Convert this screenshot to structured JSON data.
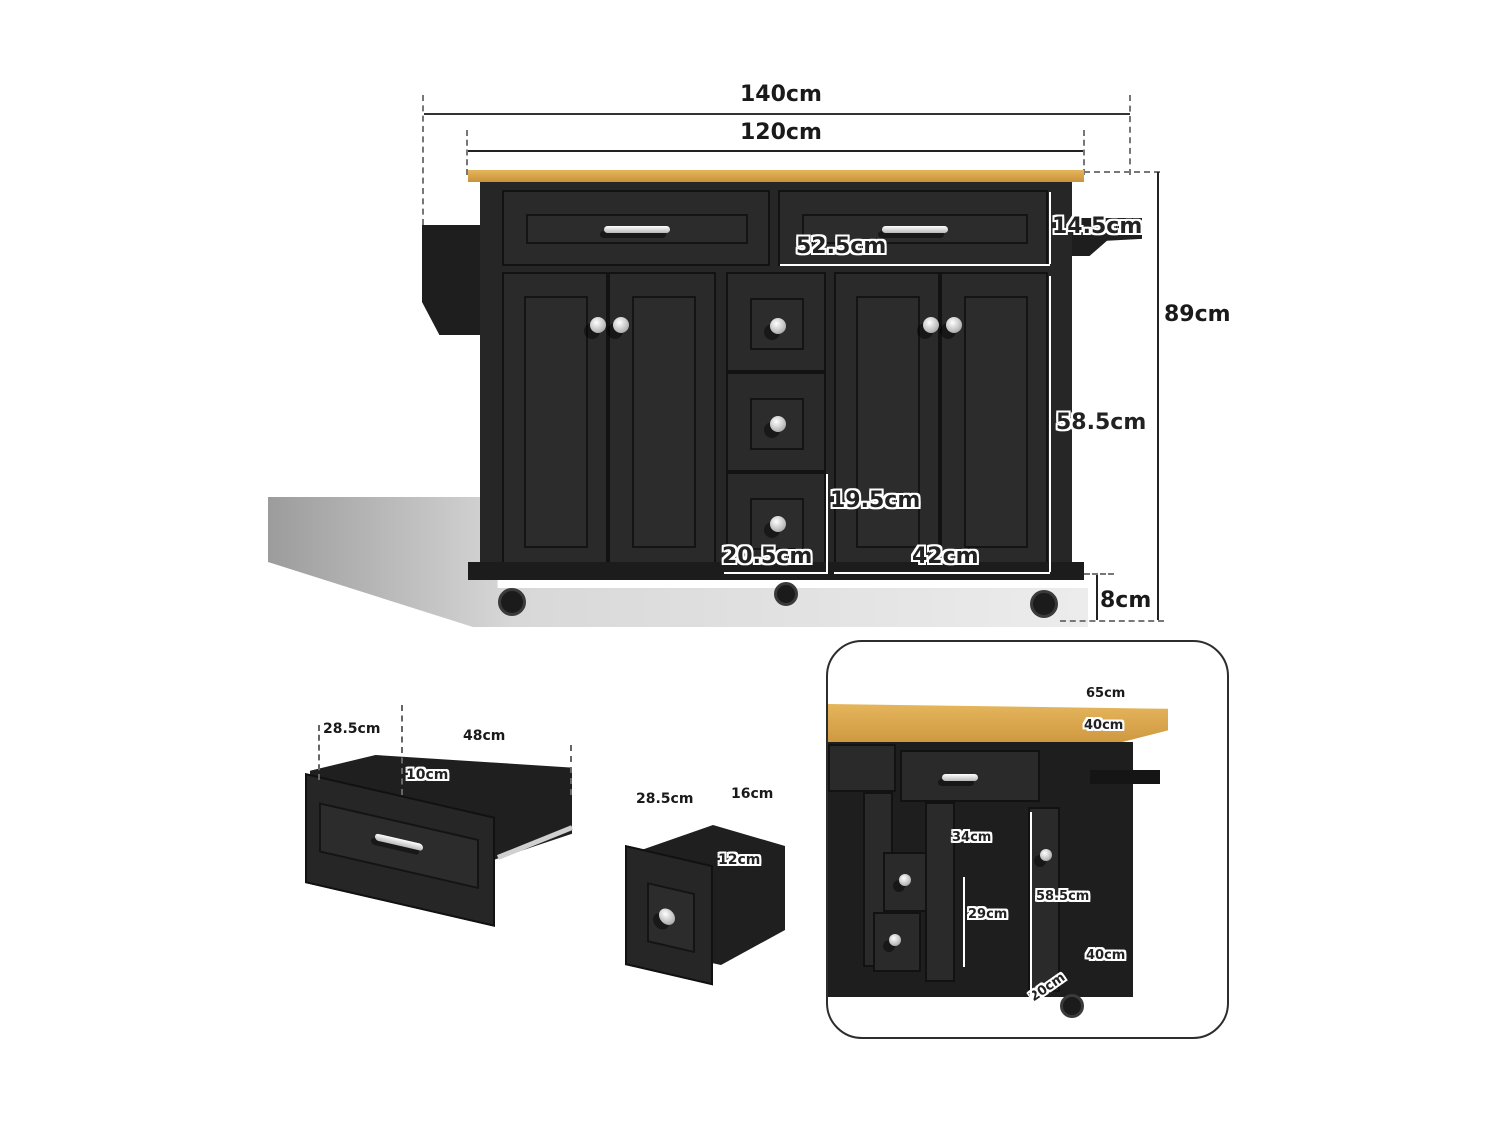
{
  "diagram": {
    "subject": "Kitchen island cart with drop-leaf wooden top, drawers and cabinets",
    "colors": {
      "cabinet": "#262626",
      "countertop": "#d9a34a",
      "knob": "#e0e0e0",
      "dimension_line": "#222222",
      "inset_border": "#2d2d2d"
    },
    "front_view": {
      "overall_width": "140cm",
      "top_width": "120cm",
      "total_height": "89cm",
      "top_drawer_height": "14.5cm",
      "top_drawer_width": "52.5cm",
      "cabinet_height": "58.5cm",
      "small_drawer_height": "19.5cm",
      "small_drawer_width": "20.5cm",
      "cabinet_width": "42cm",
      "caster_height": "8cm"
    },
    "large_drawer": {
      "depth": "28.5cm",
      "width": "48cm",
      "height": "10cm"
    },
    "small_drawer": {
      "depth": "28.5cm",
      "width": "16cm",
      "height": "12cm"
    },
    "side_view_inset": {
      "extended_depth": "65cm",
      "depth": "40cm",
      "shelf_depth": "34cm",
      "shelf_height": "29cm",
      "cabinet_height": "58.5cm",
      "bottom_depth": "40cm",
      "bottom_width": "20cm"
    }
  }
}
